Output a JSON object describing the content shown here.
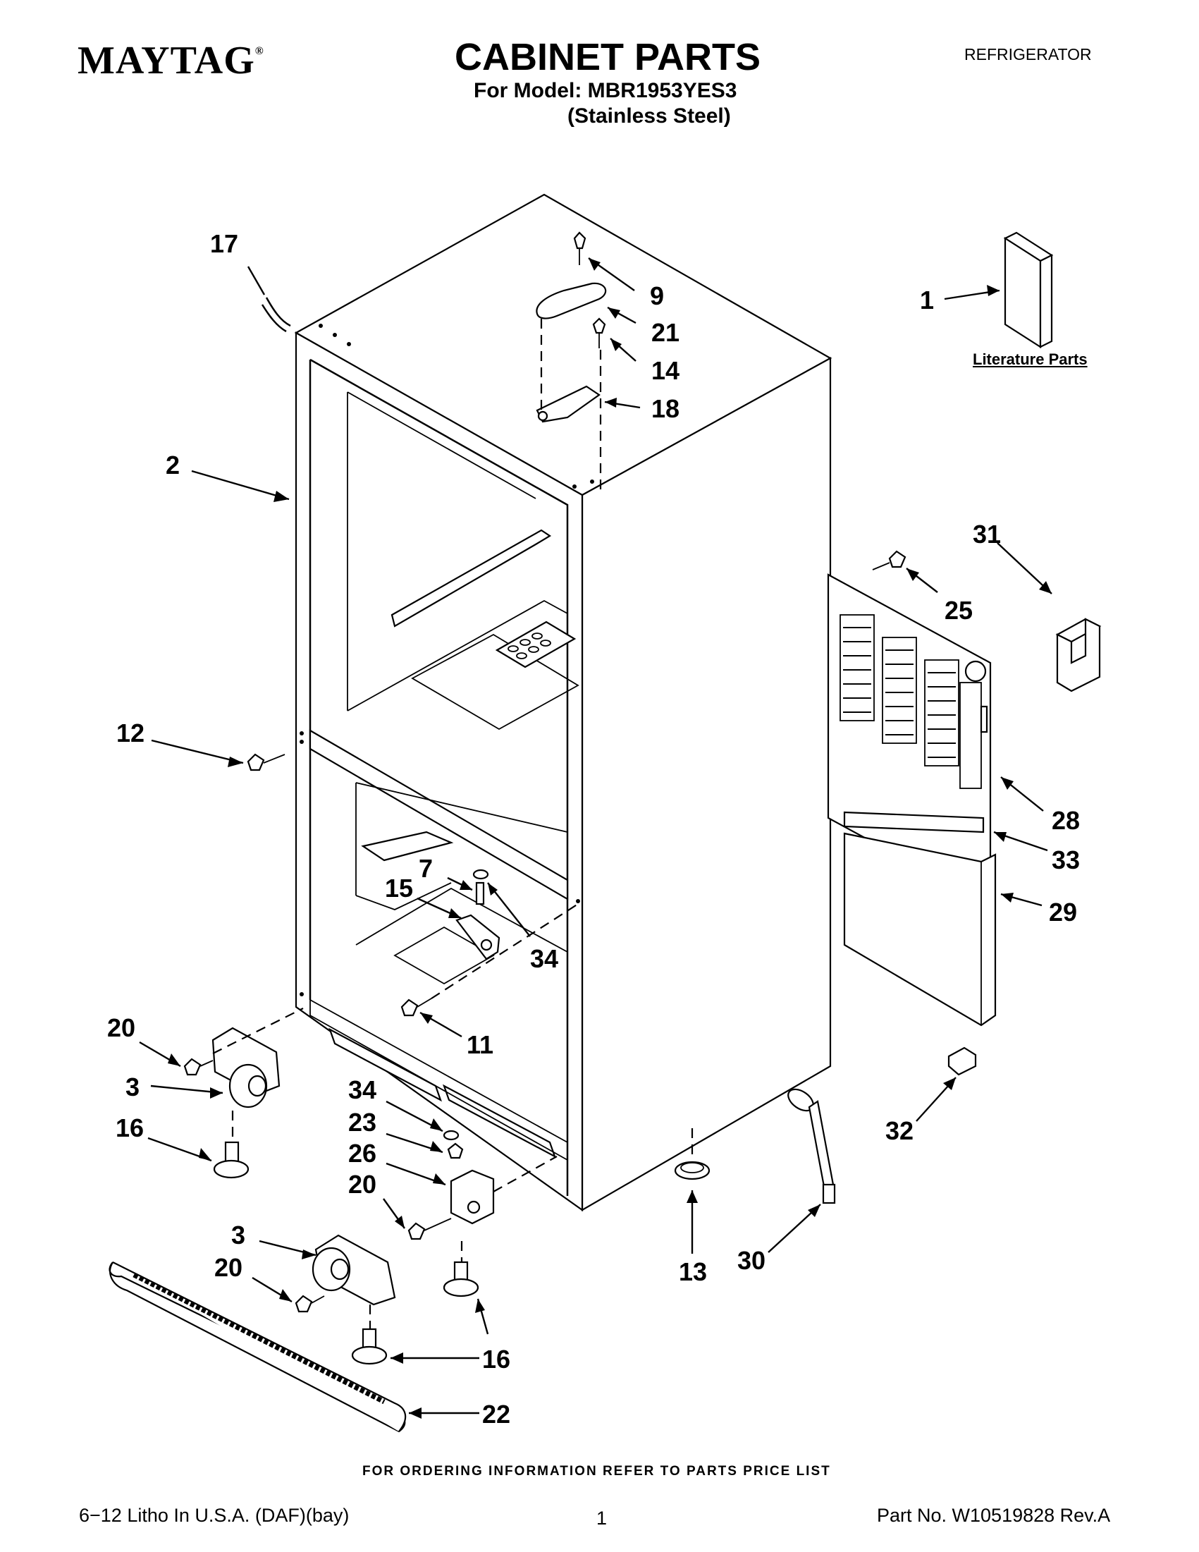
{
  "header": {
    "brand": "MAYTAG",
    "brand_mark": "®",
    "title": "CABINET PARTS",
    "model_line": "For Model: MBR1953YES3",
    "finish_line": "(Stainless Steel)",
    "category": "REFRIGERATOR"
  },
  "diagram": {
    "literature_label": "Literature Parts",
    "callouts": {
      "c1": "1",
      "c2": "2",
      "c3a": "3",
      "c3b": "3",
      "c7": "7",
      "c9": "9",
      "c11": "11",
      "c12": "12",
      "c13": "13",
      "c14": "14",
      "c15": "15",
      "c16a": "16",
      "c16b": "16",
      "c17": "17",
      "c18": "18",
      "c20a": "20",
      "c20b": "20",
      "c20c": "20",
      "c21": "21",
      "c22": "22",
      "c23": "23",
      "c25": "25",
      "c26": "26",
      "c28": "28",
      "c29": "29",
      "c30": "30",
      "c31": "31",
      "c32": "32",
      "c33": "33",
      "c34a": "34",
      "c34b": "34"
    }
  },
  "footer": {
    "order_note": "FOR ORDERING INFORMATION REFER TO PARTS PRICE LIST",
    "litho": "6−12 Litho In U.S.A. (DAF)(bay)",
    "page": "1",
    "part_no": "Part No. W10519828 Rev.A"
  }
}
